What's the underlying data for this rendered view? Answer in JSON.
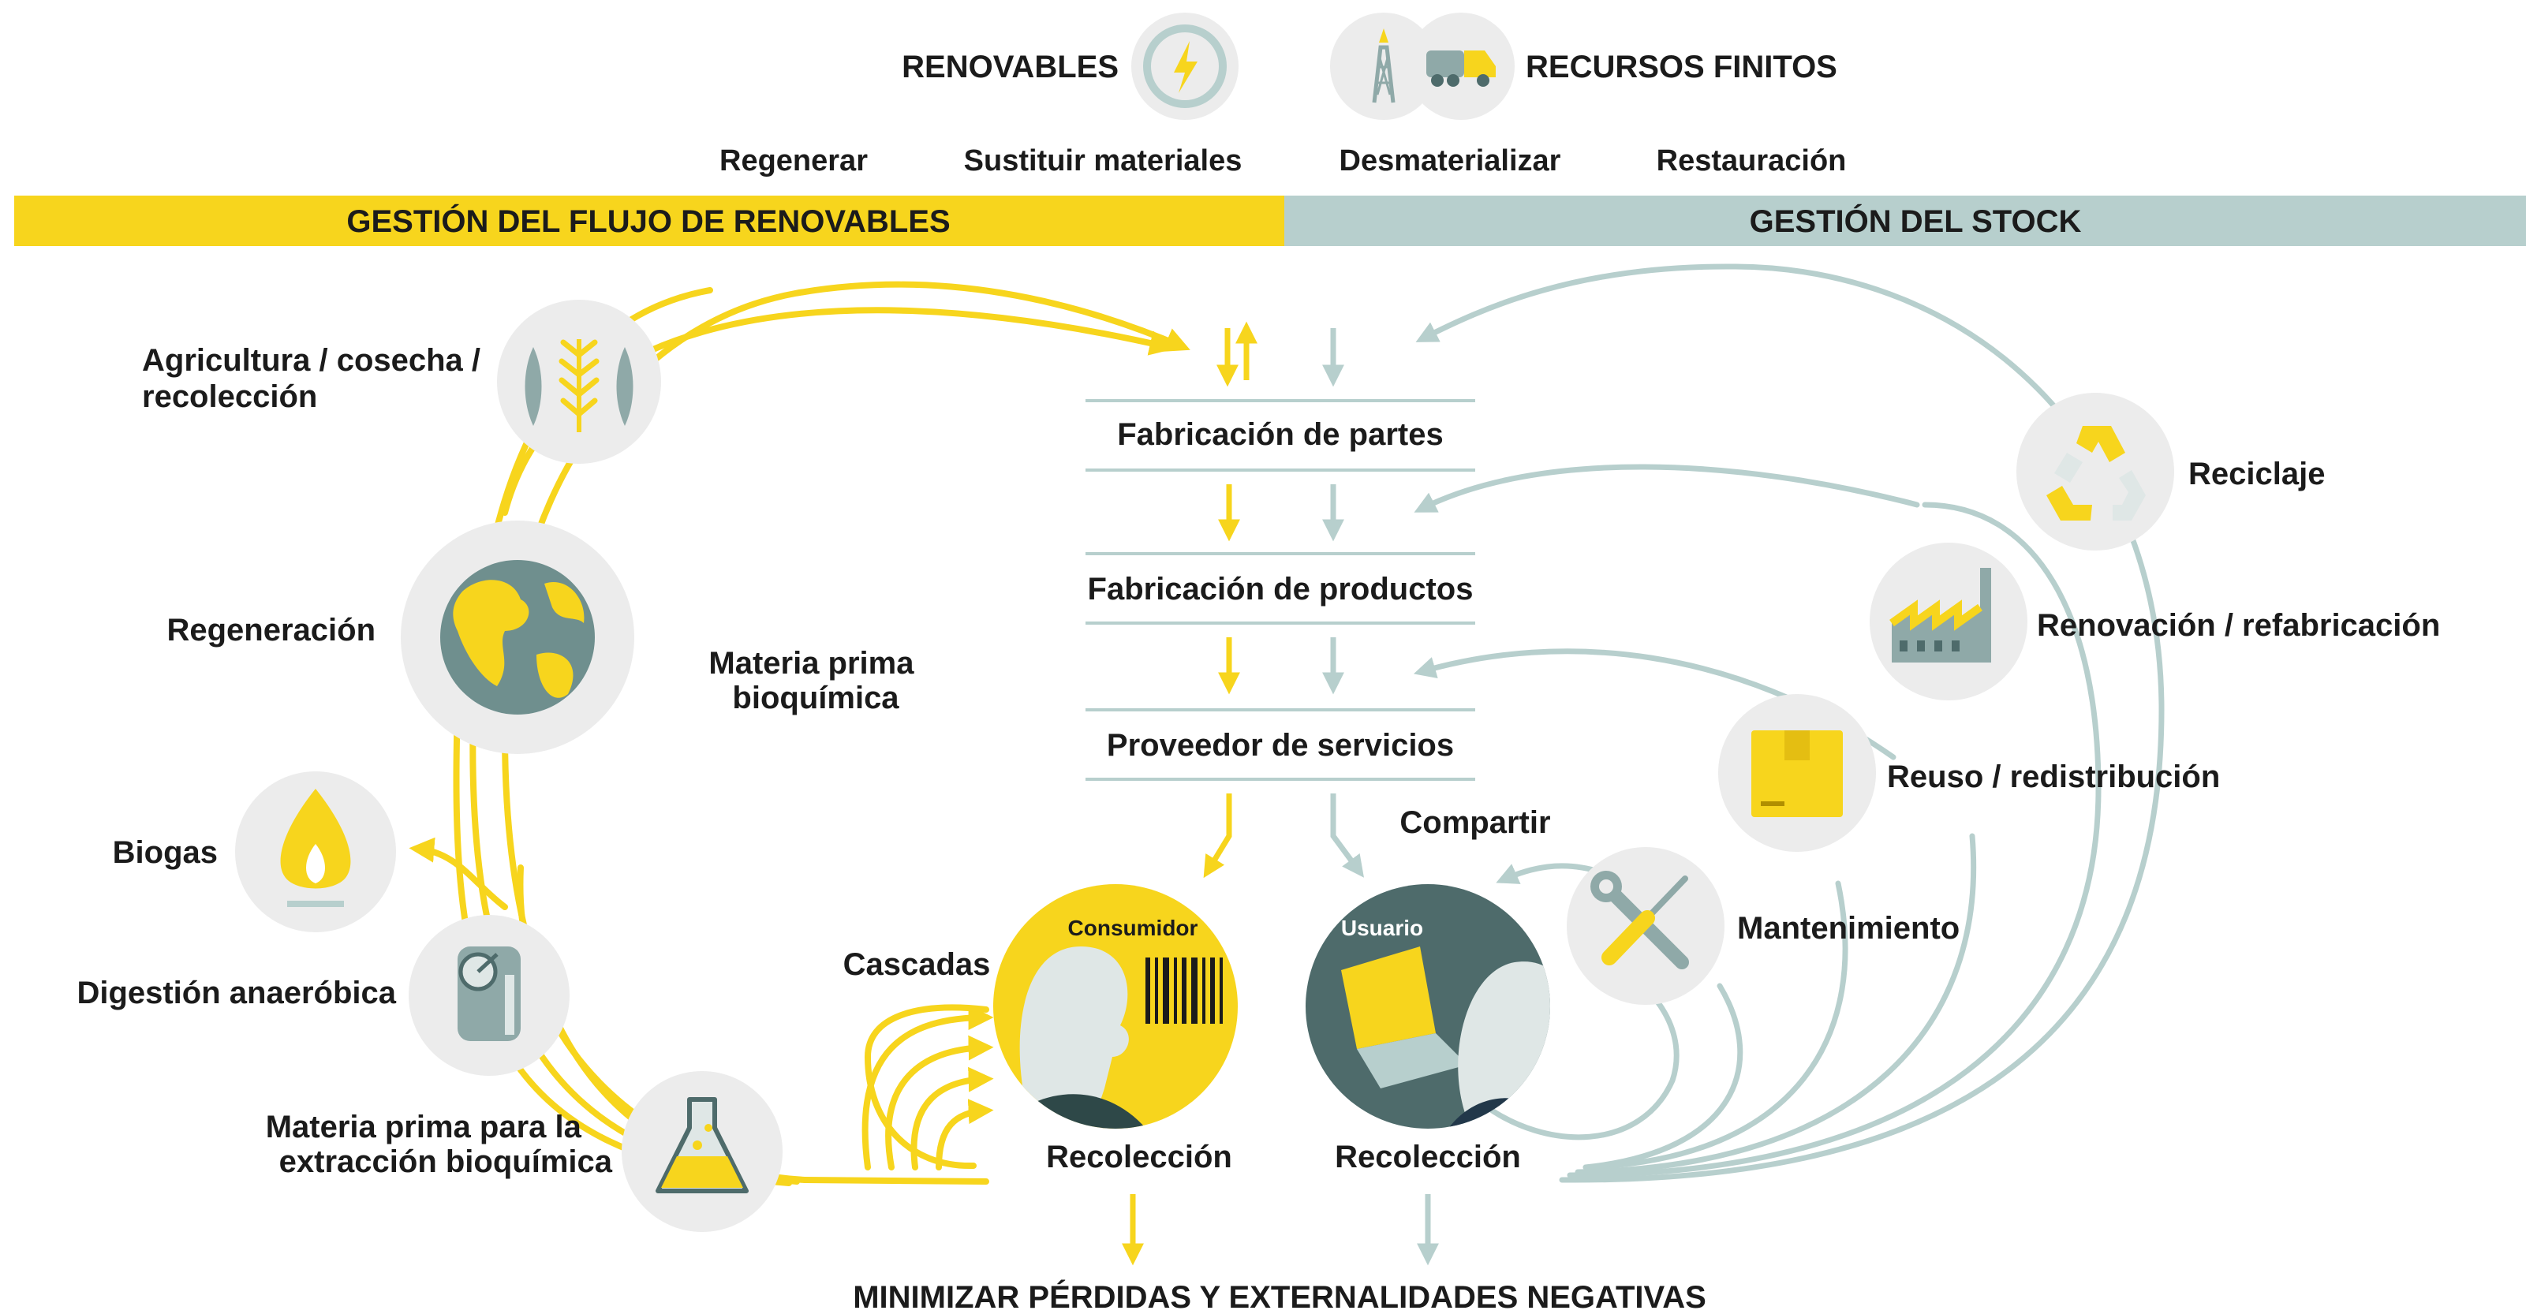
{
  "header": {
    "renewables": "RENOVABLES",
    "finite": "RECURSOS FINITOS",
    "principles": [
      "Regenerar",
      "Sustituir materiales",
      "Desmaterializar",
      "Restauración"
    ]
  },
  "bars": {
    "left": "GESTIÓN DEL FLUJO DE RENOVABLES",
    "right": "GESTIÓN DEL STOCK"
  },
  "left_cycle": {
    "agriculture": [
      "Agricultura / cosecha /",
      "recolección"
    ],
    "regeneration": "Regeneración",
    "biochem_feedstock": [
      "Materia prima",
      "bioquímica"
    ],
    "biogas": "Biogas",
    "anaerobic": "Digestión anaeróbica",
    "extraction": [
      "Materia prima para la",
      "extracción bioquímica"
    ],
    "cascades": "Cascadas"
  },
  "center": {
    "parts": "Fabricación de partes",
    "products": "Fabricación de productos",
    "services": "Proveedor de servicios",
    "consumer": "Consumidor",
    "user": "Usuario",
    "collection_left": "Recolección",
    "collection_right": "Recolección",
    "share": "Compartir",
    "bottom": "MINIMIZAR PÉRDIDAS Y EXTERNALIDADES NEGATIVAS"
  },
  "right_cycle": {
    "recycling": "Reciclaje",
    "refurbish": "Renovación / refabricación",
    "reuse": "Reuso / redistribución",
    "maintenance": "Mantenimiento"
  },
  "colors": {
    "yellow": "#f7d51d",
    "teal": "#b7cfcd",
    "dark_teal": "#4e6b6b",
    "circle_bg": "#ececec",
    "text": "#1b1b1b"
  },
  "icons": [
    "lightning-icon",
    "oil-rig-icon",
    "truck-icon",
    "fish-wheat-icon",
    "globe-icon",
    "flame-icon",
    "digester-tank-icon",
    "flask-icon",
    "recycle-icon",
    "factory-icon",
    "box-icon",
    "wrench-screwdriver-icon",
    "consumer-icon",
    "user-laptop-icon"
  ]
}
